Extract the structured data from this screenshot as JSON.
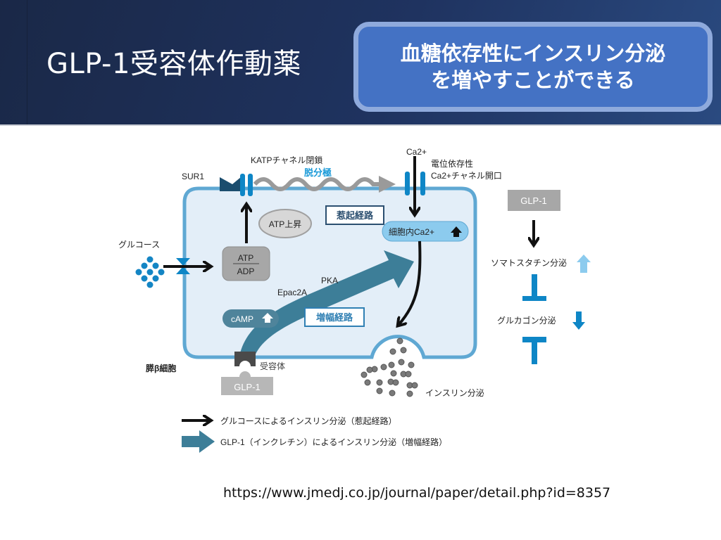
{
  "slide": {
    "title": "GLP-1受容体作動薬",
    "callout": "血糖依存性にインスリン分泌\nを増やすことができる",
    "source_url": "https://www.jmedj.co.jp/journal/paper/detail.php?id=8357"
  },
  "diagram": {
    "labels": {
      "katp_channel": "KATPチャネル閉鎖",
      "depolarization": "脱分極",
      "sur1": "SUR1",
      "ca_ion": "Ca2+",
      "vdcc_line1": "電位依存性",
      "vdcc_line2": "Ca2+チャネル開口",
      "atp_rise": "ATP上昇",
      "trigger_pathway": "惹起経路",
      "intracellular_ca": "細胞内Ca2+",
      "glucose": "グルコース",
      "atp": "ATP",
      "adp": "ADP",
      "pka": "PKA",
      "epac2a": "Epac2A",
      "camp": "cAMP",
      "amplify_pathway": "増幅経路",
      "beta_cell": "膵β細胞",
      "receptor": "受容体",
      "glp1_receptor_ligand": "GLP-1",
      "insulin_secretion": "インスリン分泌"
    },
    "side_panel": {
      "glp1": "GLP-1",
      "somatostatin": "ソマトスタチン分泌",
      "glucagon": "グルカゴン分泌"
    },
    "legend": [
      {
        "arrow": "black-arrow",
        "label": "グルコースによるインスリン分泌（惹起経路）"
      },
      {
        "arrow": "teal-arrow",
        "label": "GLP-1（インクレチン）によるインスリン分泌（増幅経路）"
      }
    ],
    "colors": {
      "cell_fill": "#e3eef8",
      "cell_border": "#5fa8d3",
      "channel_blue": "#0e86c6",
      "teal_arrow": "#3d7e98",
      "accent_blue_text": "#1a9ad8",
      "gray_box": "#a7a7a7",
      "light_blue_arrow": "#8ccbee"
    }
  }
}
